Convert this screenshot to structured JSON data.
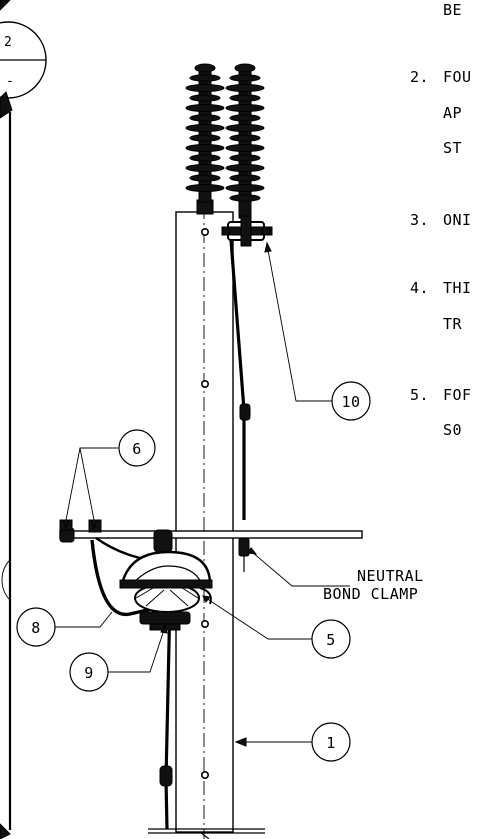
{
  "sheet_ref": {
    "number": "2",
    "suffix": "-"
  },
  "notes": [
    {
      "number": "",
      "lines": [
        "BE"
      ]
    },
    {
      "number": "2.",
      "lines": [
        "FOU",
        "AP",
        "ST"
      ]
    },
    {
      "number": "3.",
      "lines": [
        "ONI"
      ]
    },
    {
      "number": "4.",
      "lines": [
        "THI",
        "TR"
      ]
    },
    {
      "number": "5.",
      "lines": [
        "FOF",
        "S0"
      ]
    }
  ],
  "callouts": {
    "c1": "1",
    "c5": "5",
    "c6": "6",
    "c8": "8",
    "c9": "9",
    "c10": "10"
  },
  "labels": {
    "neutral": "NEUTRAL",
    "bond_clamp": "BOND CLAMP"
  }
}
